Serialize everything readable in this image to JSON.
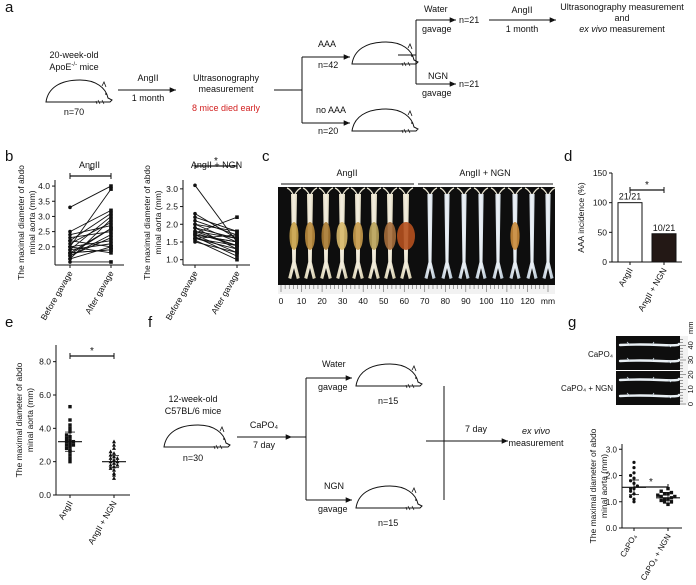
{
  "panels": {
    "a": {
      "letter": "a",
      "start_l1": "20-week-old",
      "start_l2": "ApoE",
      "start_sup": "-/-",
      "start_l2b": " mice",
      "start_n": "n=70",
      "arrow1_top": "AngII",
      "arrow1_bottom": "1 month",
      "ultra_l1": "Ultrasonography",
      "ultra_l2": "measurement",
      "died": "8 mice died early",
      "aaa_label": "AAA",
      "aaa_n": "n=42",
      "noaaa_label": "no AAA",
      "noaaa_n": "n=20",
      "water_l1": "Water",
      "water_l2": "gavage",
      "water_n": "n=21",
      "ngn_l1": "NGN",
      "ngn_l2": "gavage",
      "ngn_n": "n=21",
      "arrow2_top": "AngII",
      "arrow2_bottom": "1 month",
      "final_l1": "Ultrasonography measurement",
      "final_l2": "and",
      "final_l3a": "ex vivo",
      "final_l3b": " measurement"
    },
    "b": {
      "letter": "b"
    },
    "c": {
      "letter": "c",
      "group1": "AngII",
      "group2": "AngII + NGN",
      "ruler_ticks": [
        "0",
        "10",
        "20",
        "30",
        "40",
        "50",
        "60",
        "70",
        "80",
        "90",
        "100",
        "110",
        "120"
      ],
      "ruler_unit": "mm"
    },
    "d": {
      "letter": "d"
    },
    "e": {
      "letter": "e"
    },
    "f": {
      "letter": "f",
      "start_l1": "12-week-old",
      "start_l2": "C57BL/6 mice",
      "start_n": "n=30",
      "arrow1_top": "CaPO₄",
      "arrow1_bottom": "7 day",
      "water_l1": "Water",
      "water_l2": "gavage",
      "water_n": "n=15",
      "ngn_l1": "NGN",
      "ngn_l2": "gavage",
      "ngn_n": "n=15",
      "arrow2_top": "7 day",
      "final_l1": "ex vivo",
      "final_l2": "measurement"
    },
    "g": {
      "letter": "g",
      "img_label1": "CaPO₄",
      "img_label2": "CaPO₄ + NGN",
      "ruler_ticks": [
        "0",
        "10",
        "20",
        "30",
        "40"
      ],
      "ruler_unit": "mm"
    }
  },
  "chart_data": [
    {
      "id": "b1",
      "type": "scatter",
      "title": "AngII",
      "ylabel": "The maximal diameter of abdominal aorta (mm)",
      "categories": [
        "Before gavage",
        "After gavage"
      ],
      "yticks": [
        "2.0",
        "2.5",
        "3.0",
        "3.5",
        "4.0"
      ],
      "ylim": [
        1.4,
        4.2
      ],
      "significance": "*",
      "pairs": [
        [
          1.6,
          2.0
        ],
        [
          1.7,
          2.3
        ],
        [
          1.8,
          2.6
        ],
        [
          1.9,
          3.0
        ],
        [
          2.0,
          2.2
        ],
        [
          2.1,
          2.8
        ],
        [
          2.2,
          3.1
        ],
        [
          2.3,
          2.5
        ],
        [
          2.4,
          2.7
        ],
        [
          3.3,
          4.0
        ],
        [
          1.5,
          1.5
        ],
        [
          1.8,
          1.9
        ],
        [
          2.0,
          3.9
        ],
        [
          1.7,
          2.4
        ],
        [
          1.9,
          2.1
        ],
        [
          2.2,
          2.0
        ],
        [
          1.6,
          2.9
        ],
        [
          2.5,
          3.2
        ],
        [
          2.0,
          1.8
        ],
        [
          1.8,
          1.9
        ],
        [
          1.75,
          2.6
        ]
      ]
    },
    {
      "id": "b2",
      "type": "scatter",
      "title": "AngII + NGN",
      "ylabel": "The maximal diameter of abdominal aorta (mm)",
      "categories": [
        "Before gavage",
        "After gavage"
      ],
      "yticks": [
        "1.0",
        "1.5",
        "2.0",
        "2.5",
        "3.0"
      ],
      "ylim": [
        0.85,
        3.25
      ],
      "significance": "*",
      "pairs": [
        [
          1.5,
          1.2
        ],
        [
          1.6,
          1.4
        ],
        [
          1.7,
          1.5
        ],
        [
          1.8,
          1.6
        ],
        [
          1.9,
          1.3
        ],
        [
          2.0,
          1.5
        ],
        [
          2.1,
          1.7
        ],
        [
          2.2,
          1.8
        ],
        [
          1.65,
          1.1
        ],
        [
          1.75,
          2.2
        ],
        [
          1.55,
          1.0
        ],
        [
          3.1,
          1.5
        ],
        [
          2.3,
          1.6
        ],
        [
          1.6,
          1.3
        ],
        [
          1.7,
          1.2
        ],
        [
          1.8,
          1.4
        ],
        [
          1.9,
          1.6
        ],
        [
          2.0,
          1.8
        ],
        [
          1.7,
          1.5
        ],
        [
          1.6,
          1.7
        ],
        [
          1.75,
          1.4
        ]
      ]
    },
    {
      "id": "d",
      "type": "bar",
      "ylabel": "AAA incidence (%)",
      "categories": [
        "AngII",
        "AngII + NGN"
      ],
      "values": [
        100,
        47.6
      ],
      "value_labels": [
        "21/21",
        "10/21"
      ],
      "yticks": [
        "0",
        "50",
        "100",
        "150"
      ],
      "ylim": [
        0,
        150
      ],
      "significance": "*",
      "colors": [
        "#ffffff",
        "#231815"
      ]
    },
    {
      "id": "e",
      "type": "scatter",
      "ylabel": "The maximal diameter of abdominal aorta (mm)",
      "categories": [
        "AngII",
        "AngII + NGN"
      ],
      "yticks": [
        "0.0",
        "2.0",
        "4.0",
        "6.0",
        "8.0"
      ],
      "ylim": [
        0,
        9
      ],
      "significance": "*",
      "means": [
        3.2,
        2.0
      ],
      "series": [
        {
          "values": [
            2.0,
            2.2,
            2.4,
            2.6,
            2.7,
            2.8,
            2.9,
            3.0,
            3.0,
            3.1,
            3.2,
            3.2,
            3.3,
            3.4,
            3.5,
            3.6,
            3.8,
            4.0,
            4.2,
            4.5,
            5.3
          ]
        },
        {
          "values": [
            1.0,
            1.2,
            1.3,
            1.5,
            1.6,
            1.7,
            1.8,
            1.8,
            1.9,
            2.0,
            2.0,
            2.1,
            2.2,
            2.2,
            2.3,
            2.4,
            2.5,
            2.6,
            2.8,
            3.0,
            3.2
          ]
        }
      ]
    },
    {
      "id": "g",
      "type": "scatter",
      "ylabel": "The maximal diameter of abdominal aorta (mm)",
      "categories": [
        "CaPO₄",
        "CaPO₄ + NGN"
      ],
      "yticks": [
        "0.0",
        "1.0",
        "2.0",
        "3.0"
      ],
      "ylim": [
        0,
        3.2
      ],
      "significance": "*",
      "means": [
        1.55,
        1.15
      ],
      "series": [
        {
          "values": [
            1.0,
            1.1,
            1.2,
            1.3,
            1.4,
            1.5,
            1.5,
            1.6,
            1.7,
            1.8,
            1.9,
            2.0,
            2.1,
            2.3,
            2.5
          ]
        },
        {
          "values": [
            0.9,
            1.0,
            1.0,
            1.05,
            1.1,
            1.1,
            1.15,
            1.2,
            1.2,
            1.25,
            1.3,
            1.3,
            1.35,
            1.4,
            1.5
          ]
        }
      ]
    }
  ]
}
